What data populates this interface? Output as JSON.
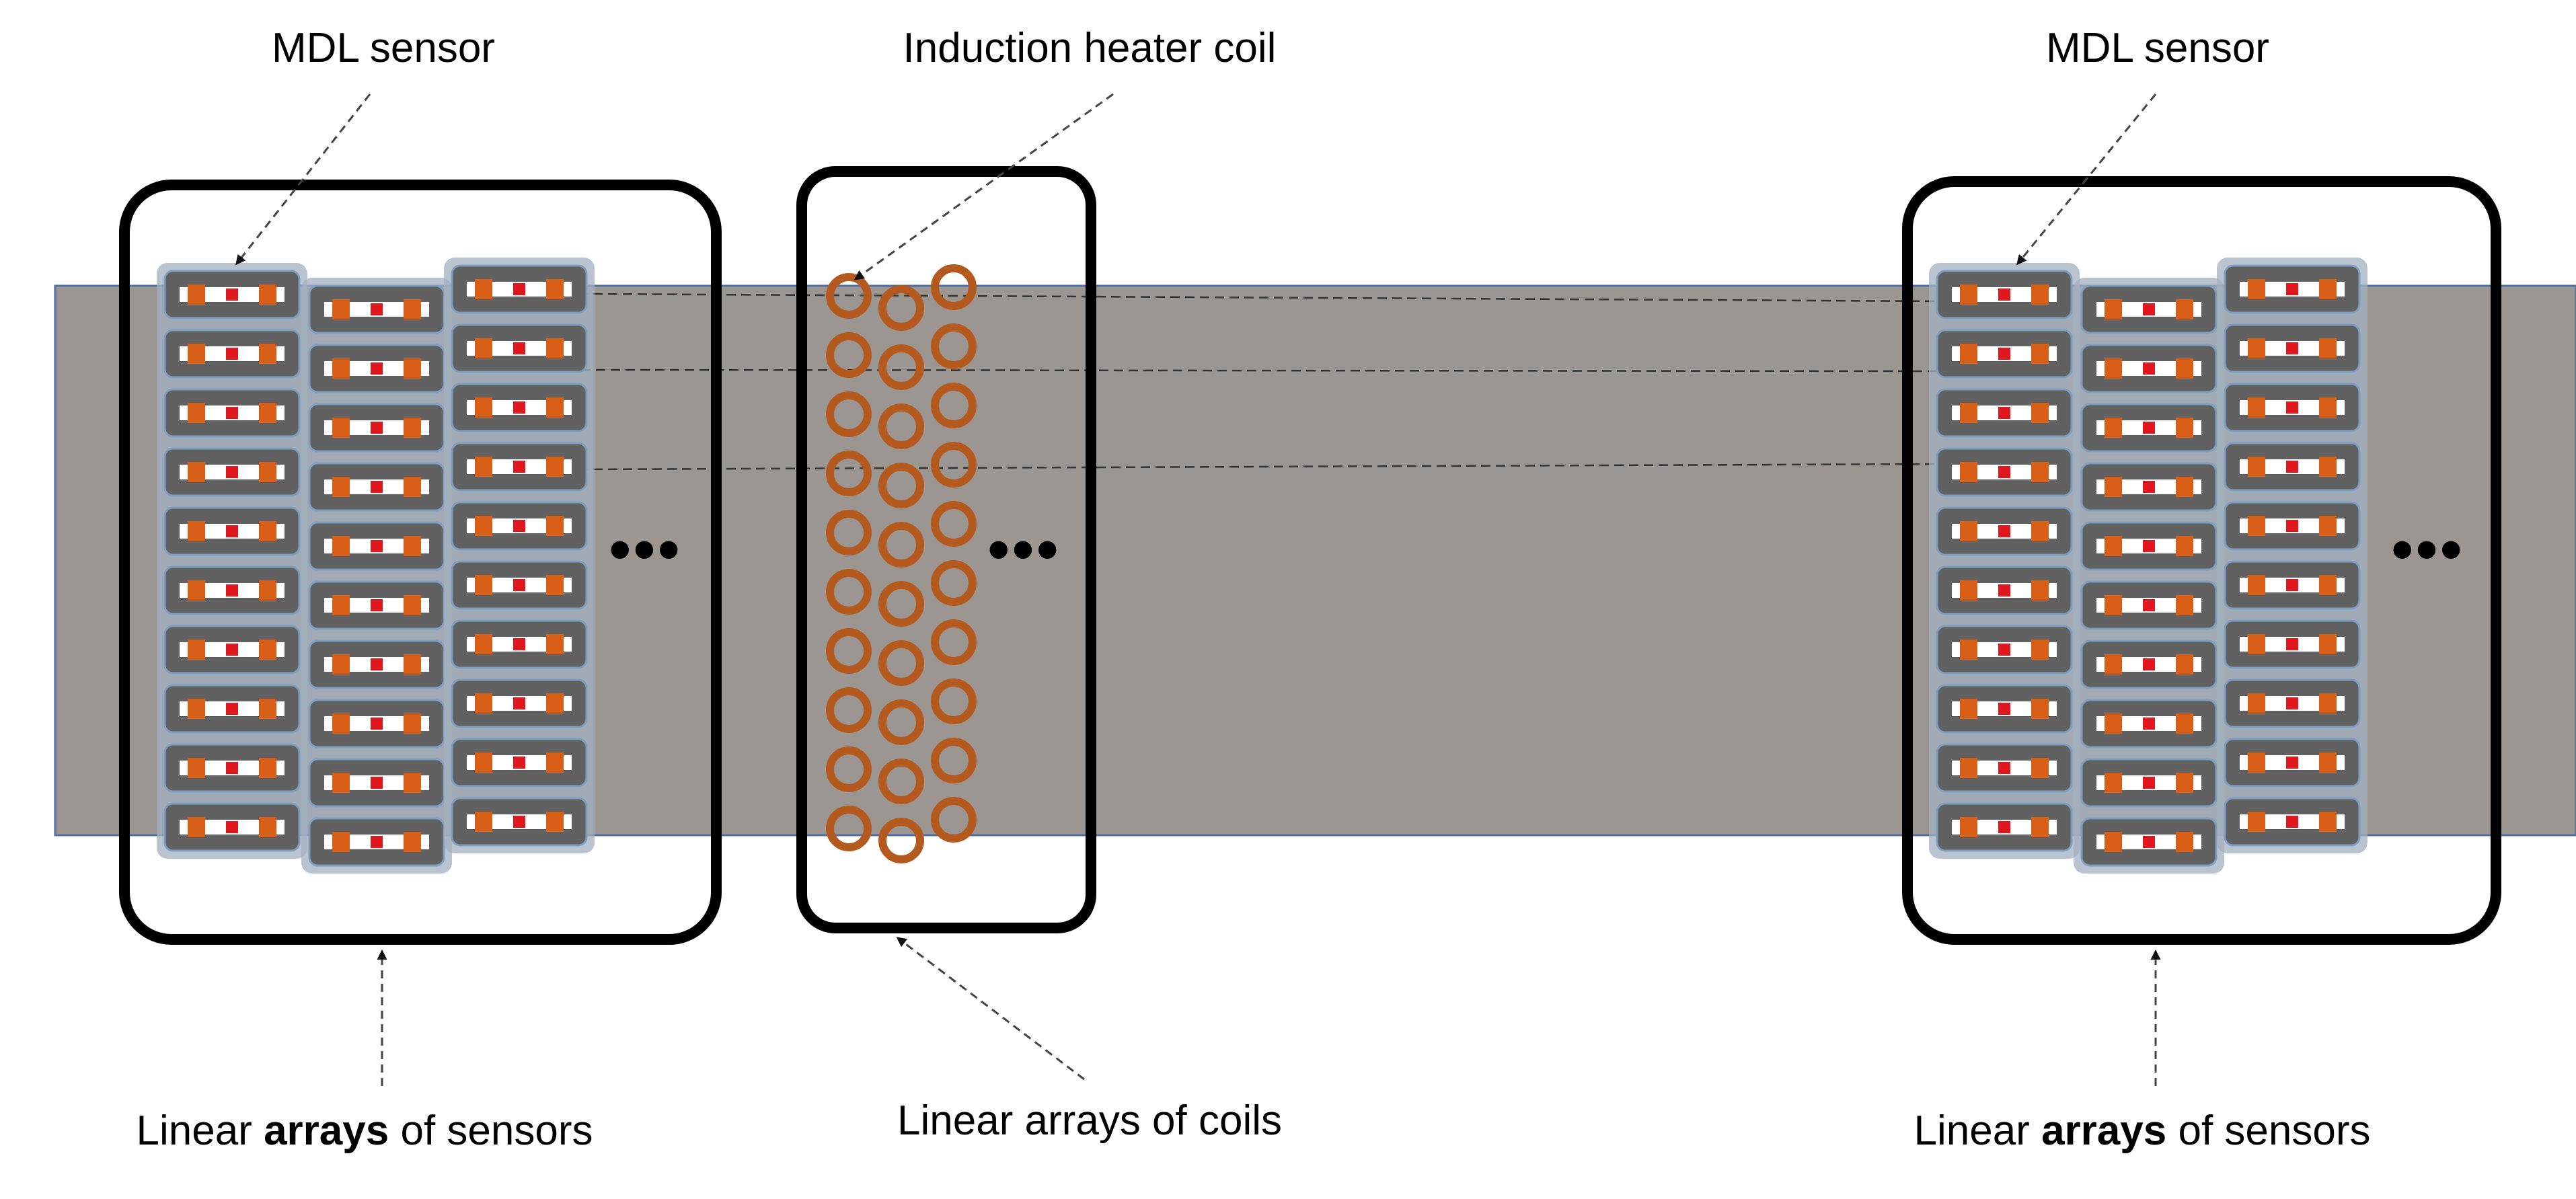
{
  "labels": {
    "mdl_sensor_left": "MDL sensor",
    "induction_heater_coil": "Induction heater coil",
    "mdl_sensor_right": "MDL sensor",
    "sensor_arrays_left_pre": "Linear ",
    "sensor_arrays_left_bold": "arrays",
    "sensor_arrays_left_post": " of sensors",
    "coil_arrays": "Linear arrays of coils",
    "sensor_arrays_right_pre": "Linear ",
    "sensor_arrays_right_bold": "arrays",
    "sensor_arrays_right_post": " of sensors",
    "ellipsis": "•••"
  },
  "colors": {
    "band": "#9b9692",
    "band_edge": "#4f6fa3",
    "frame": "#000000",
    "sensor_tile": "#616161",
    "sensor_tile_edge": "#7f9dc0",
    "sensor_col_bg": "#a3b0c0",
    "sensor_bar": "#ffffff",
    "sensor_pad": "#d95f18",
    "sensor_center": "#e0171c",
    "coil": "#b55a1f",
    "arrow": "#444444",
    "guide_line": "#333333"
  },
  "structure": {
    "sensor_columns_per_array": 3,
    "sensors_per_column": 10,
    "coil_columns": 3,
    "coils_per_column": 10
  },
  "icons": [
    "mdl-sensor-icon",
    "heater-coil-icon",
    "ellipsis-icon",
    "dashed-arrow-icon"
  ]
}
